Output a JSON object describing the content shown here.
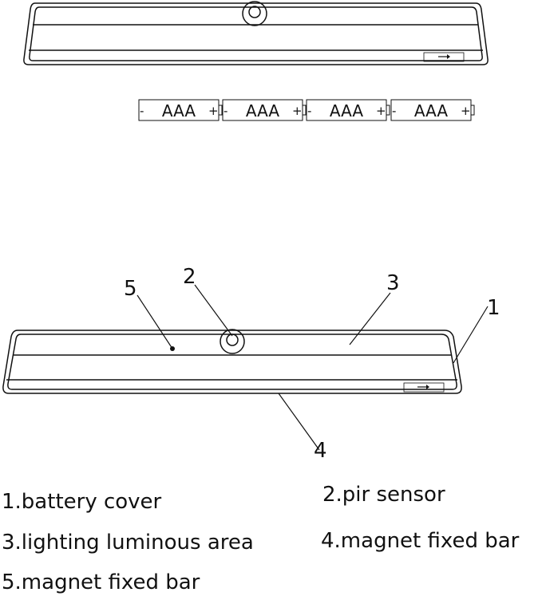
{
  "batteries": [
    {
      "minus": "-",
      "label": "AAA",
      "plus": "+"
    },
    {
      "minus": "-",
      "label": "AAA",
      "plus": "+"
    },
    {
      "minus": "-",
      "label": "AAA",
      "plus": "+"
    },
    {
      "minus": "-",
      "label": "AAA",
      "plus": "+"
    }
  ],
  "callouts": {
    "n1": "1",
    "n2": "2",
    "n3": "3",
    "n4": "4",
    "n5": "5"
  },
  "legend": {
    "item1": "1.battery cover",
    "item2": "2.pir sensor",
    "item3": "3.lighting luminous area",
    "item4": "4.magnet fixed bar",
    "item5": "5.magnet fixed bar"
  },
  "colors": {
    "line": "#111111",
    "background": "#ffffff"
  }
}
